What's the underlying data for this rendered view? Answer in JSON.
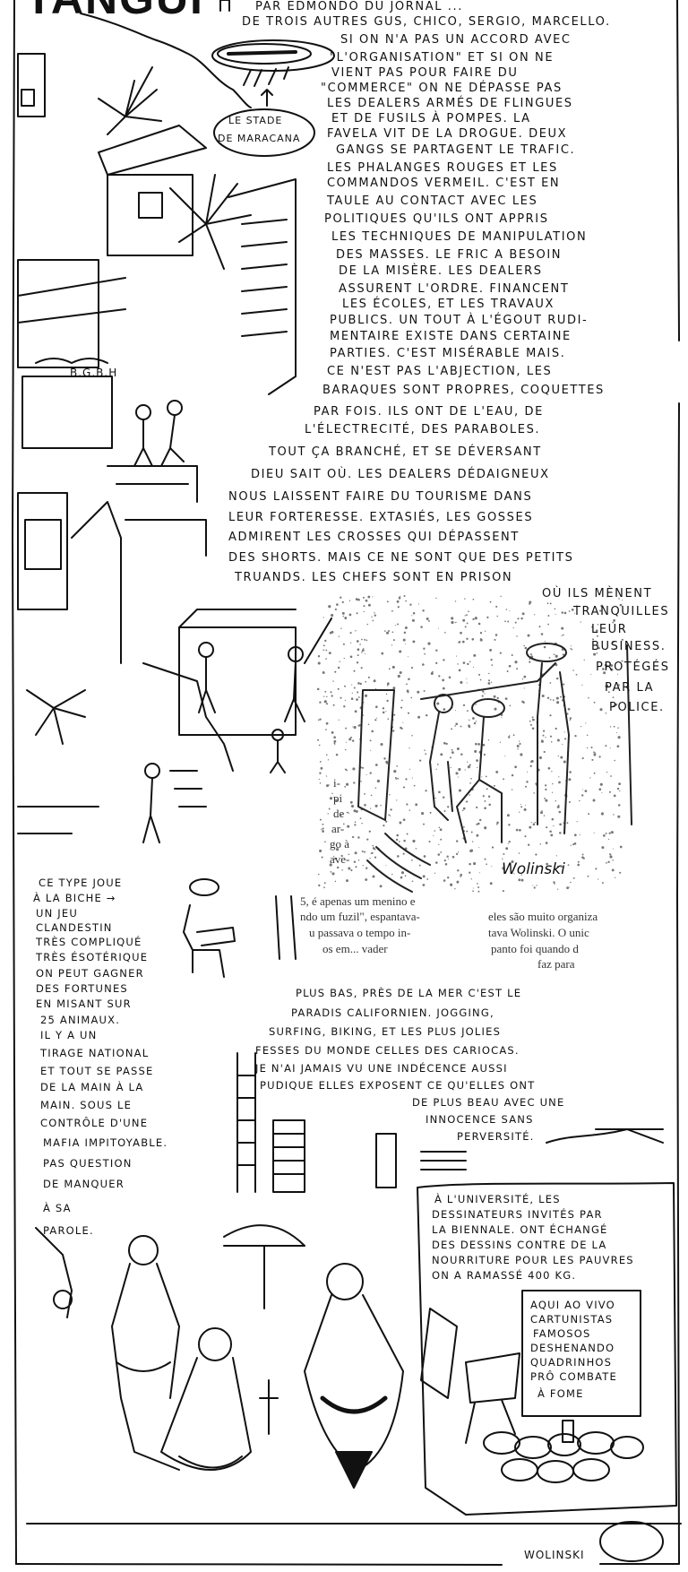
{
  "title": "TANGUI",
  "main_text": {
    "lines": [
      "PAR EDMONDO DU JORNAL ...",
      "DE TROIS AUTRES GUS, CHICO, SERGIO, MARCELLO.",
      "SI ON N'A PAS UN ACCORD AVEC",
      "\"L'ORGANISATION\" ET SI ON NE",
      "VIENT PAS POUR FAIRE DU",
      "\"COMMERCE\" ON NE DÉPASSE PAS",
      "LES DEALERS ARMÉS DE FLINGUES",
      "ET DE FUSILS À POMPES. LA",
      "FAVELA VIT DE LA DROGUE. DEUX",
      "GANGS SE PARTAGENT LE TRAFIC.",
      "LES PHALANGES ROUGES ET LES",
      "COMMANDOS VERMEIL. C'EST EN",
      "TAULE AU CONTACT AVEC LES",
      "POLITIQUES QU'ILS ONT APPRIS",
      "LES TECHNIQUES DE MANIPULATION",
      "DES MASSES. LE FRIC A BESOIN",
      "DE LA MISÈRE. LES DEALERS",
      "ASSURENT L'ORDRE. FINANCENT",
      "LES ÉCOLES, ET LES TRAVAUX",
      "PUBLICS. UN TOUT À L'ÉGOUT RUDI-",
      "MENTAIRE EXISTE DANS CERTAINE",
      "PARTIES. C'EST MISÉRABLE MAIS.",
      "CE N'EST PAS L'ABJECTION, LES",
      "BARAQUES SONT PROPRES, COQUETTES",
      "PAR FOIS. ILS ONT DE L'EAU, DE",
      "L'ÉLECTRECITÉ, DES PARABOLES.",
      "TOUT ÇA BRANCHÉ, ET SE DÉVERSANT",
      "DIEU SAIT OÙ. LES DEALERS DÉDAIGNEUX",
      "NOUS LAISSENT FAIRE DU TOURISME DANS",
      "LEUR FORTERESSE. EXTASIÉS, LES GOSSES",
      "ADMIRENT LES CROSSES QUI DÉPASSENT",
      "DES SHORTS. MAIS CE NE SONT QUE DES PETITS",
      "TRUANDS. LES CHEFS SONT EN PRISON",
      "OÙ ILS MÈNENT",
      "TRANQUILLES",
      "LEUR",
      "BUSINESS.",
      "PROTÉGÉS",
      "PAR LA",
      "POLICE."
    ]
  },
  "stadium_label": [
    "LE STADE",
    "DE MARACANA"
  ],
  "building_sign": "B.G.B.H",
  "newspaper_clipping": {
    "signature": "Wolinski",
    "left_column": [
      "i-",
      "pi",
      "de",
      "ar-",
      "go à",
      "ave-"
    ],
    "bottom_left": [
      "5, é apenas um menino e",
      "ndo um fuzil\", espantava-",
      "u passava o tempo in-",
      "os em... vader"
    ],
    "bottom_right": [
      "eles são muito organiza",
      "tava Wolinski. O unic",
      "panto foi quando d",
      "faz para"
    ]
  },
  "bicho_text": {
    "lines": [
      "CE TYPE JOUE",
      "À LA BICHE →",
      "UN JEU",
      "CLANDESTIN",
      "TRÈS COMPLIQUÉ",
      "TRÈS ÉSOTÉRIQUE",
      "ON PEUT GAGNER",
      "DES FORTUNES",
      "EN MISANT SUR",
      "25 ANIMAUX.",
      "IL Y A UN",
      "TIRAGE NATIONAL",
      "ET TOUT SE PASSE",
      "DE LA MAIN À LA",
      "MAIN. SOUS LE",
      "CONTRÔLE D'UNE",
      "MAFIA IMPITOYABLE.",
      "PAS QUESTION",
      "DE MANQUER",
      "À SA",
      "PAROLE."
    ]
  },
  "beach_text": {
    "lines": [
      "PLUS BAS, PRÈS DE LA MER C'EST LE",
      "PARADIS CALIFORNIEN. JOGGING,",
      "SURFING, BIKING, ET LES PLUS JOLIES",
      "FESSES DU MONDE CELLES DES CARIOCAS.",
      "JE N'AI JAMAIS VU UNE INDÉCENCE AUSSI",
      "PUDIQUE ELLES EXPOSENT CE QU'ELLES ONT",
      "DE PLUS BEAU AVEC UNE",
      "INNOCENCE SANS",
      "PERVERSITÉ."
    ]
  },
  "university_text": {
    "lines": [
      "À L'UNIVERSITÉ, LES",
      "DESSINATEURS INVITÉS PAR",
      "LA BIENNALE. ONT ÉCHANGÉ",
      "DES DESSINS CONTRE DE LA",
      "NOURRITURE POUR LES PAUVRES",
      "ON A RAMASSÉ 400 KG."
    ]
  },
  "banner_text": {
    "lines": [
      "AQUI AO VIVO",
      "CARTUNISTAS",
      "FAMOSOS",
      "DESHENANDO",
      "QUADRINHOS",
      "PRÔ COMBATE",
      "À FOME"
    ]
  },
  "signature": "WOLINSKI"
}
